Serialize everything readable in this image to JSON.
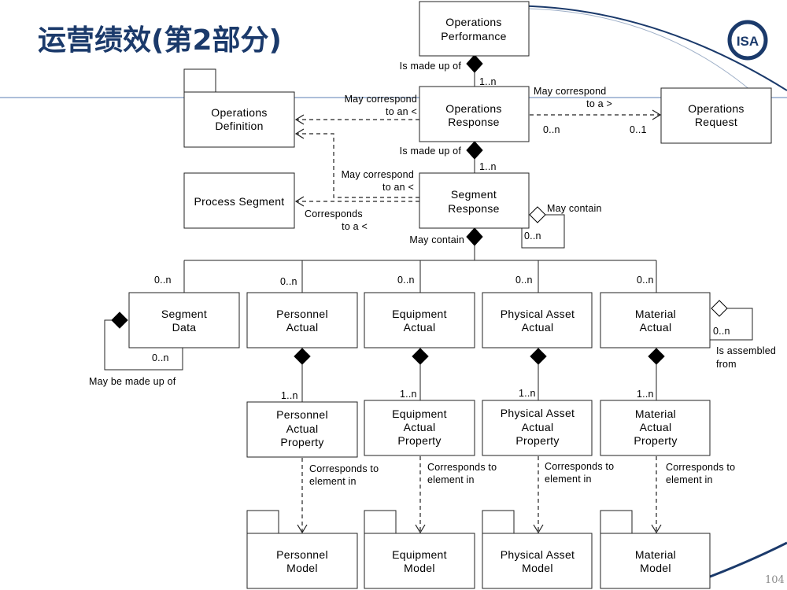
{
  "slide": {
    "title": "运营绩效(第2部分)",
    "page_number": "104",
    "logo_text": "ISA"
  },
  "boxes": {
    "ops_performance": [
      "Operations",
      "Performance"
    ],
    "ops_definition": [
      "Operations",
      "Definition"
    ],
    "ops_response": [
      "Operations",
      "Response"
    ],
    "ops_request": [
      "Operations",
      "Request"
    ],
    "process_segment": [
      "Process Segment"
    ],
    "segment_response": [
      "Segment",
      "Response"
    ],
    "segment_data": [
      "Segment",
      "Data"
    ],
    "personnel_actual": [
      "Personnel",
      "Actual"
    ],
    "equipment_actual": [
      "Equipment",
      "Actual"
    ],
    "physical_asset_actual": [
      "Physical Asset",
      "Actual"
    ],
    "material_actual": [
      "Material",
      "Actual"
    ],
    "personnel_actual_property": [
      "Personnel",
      "Actual",
      "Property"
    ],
    "equipment_actual_property": [
      "Equipment",
      "Actual",
      "Property"
    ],
    "physical_asset_actual_property": [
      "Physical Asset",
      "Actual",
      "Property"
    ],
    "material_actual_property": [
      "Material",
      "Actual",
      "Property"
    ],
    "personnel_model": [
      "Personnel",
      "Model"
    ],
    "equipment_model": [
      "Equipment",
      "Model"
    ],
    "physical_asset_model": [
      "Physical Asset",
      "Model"
    ],
    "material_model": [
      "Material",
      "Model"
    ]
  },
  "labels": {
    "made_up_of_1": "Is made up of",
    "mult_1n_a": "1..n",
    "may_correspond_an_1": [
      "May correspond",
      "to an <"
    ],
    "may_correspond_a": [
      "May correspond",
      "to a >"
    ],
    "mult_0n_req_left": "0..n",
    "mult_01_req_right": "0..1",
    "made_up_of_2": "Is made up of",
    "mult_1n_b": "1..n",
    "may_correspond_an_2": [
      "May correspond",
      "to an <"
    ],
    "corresponds_to_a": [
      "Corresponds",
      "to a <"
    ],
    "may_contain_self": "May contain",
    "mult_0n_self": "0..n",
    "may_contain": "May contain",
    "mult_0n_segdata": "0..n",
    "mult_0n_pers": "0..n",
    "mult_0n_equip": "0..n",
    "mult_0n_phys": "0..n",
    "mult_0n_mat": "0..n",
    "mult_0n_segdata_self": "0..n",
    "may_be_made_up_of": "May be made up of",
    "mult_0n_mat_self": "0..n",
    "is_assembled_from": [
      "Is assembled",
      "from"
    ],
    "mult_1n_pers": "1..n",
    "mult_1n_equip": "1..n",
    "mult_1n_phys": "1..n",
    "mult_1n_mat": "1..n",
    "corr_elem_pers": [
      "Corresponds to",
      "element in"
    ],
    "corr_elem_equip": [
      "Corresponds to",
      "element in"
    ],
    "corr_elem_phys": [
      "Corresponds to",
      "element in"
    ],
    "corr_elem_mat": [
      "Corresponds to",
      "element in"
    ]
  }
}
